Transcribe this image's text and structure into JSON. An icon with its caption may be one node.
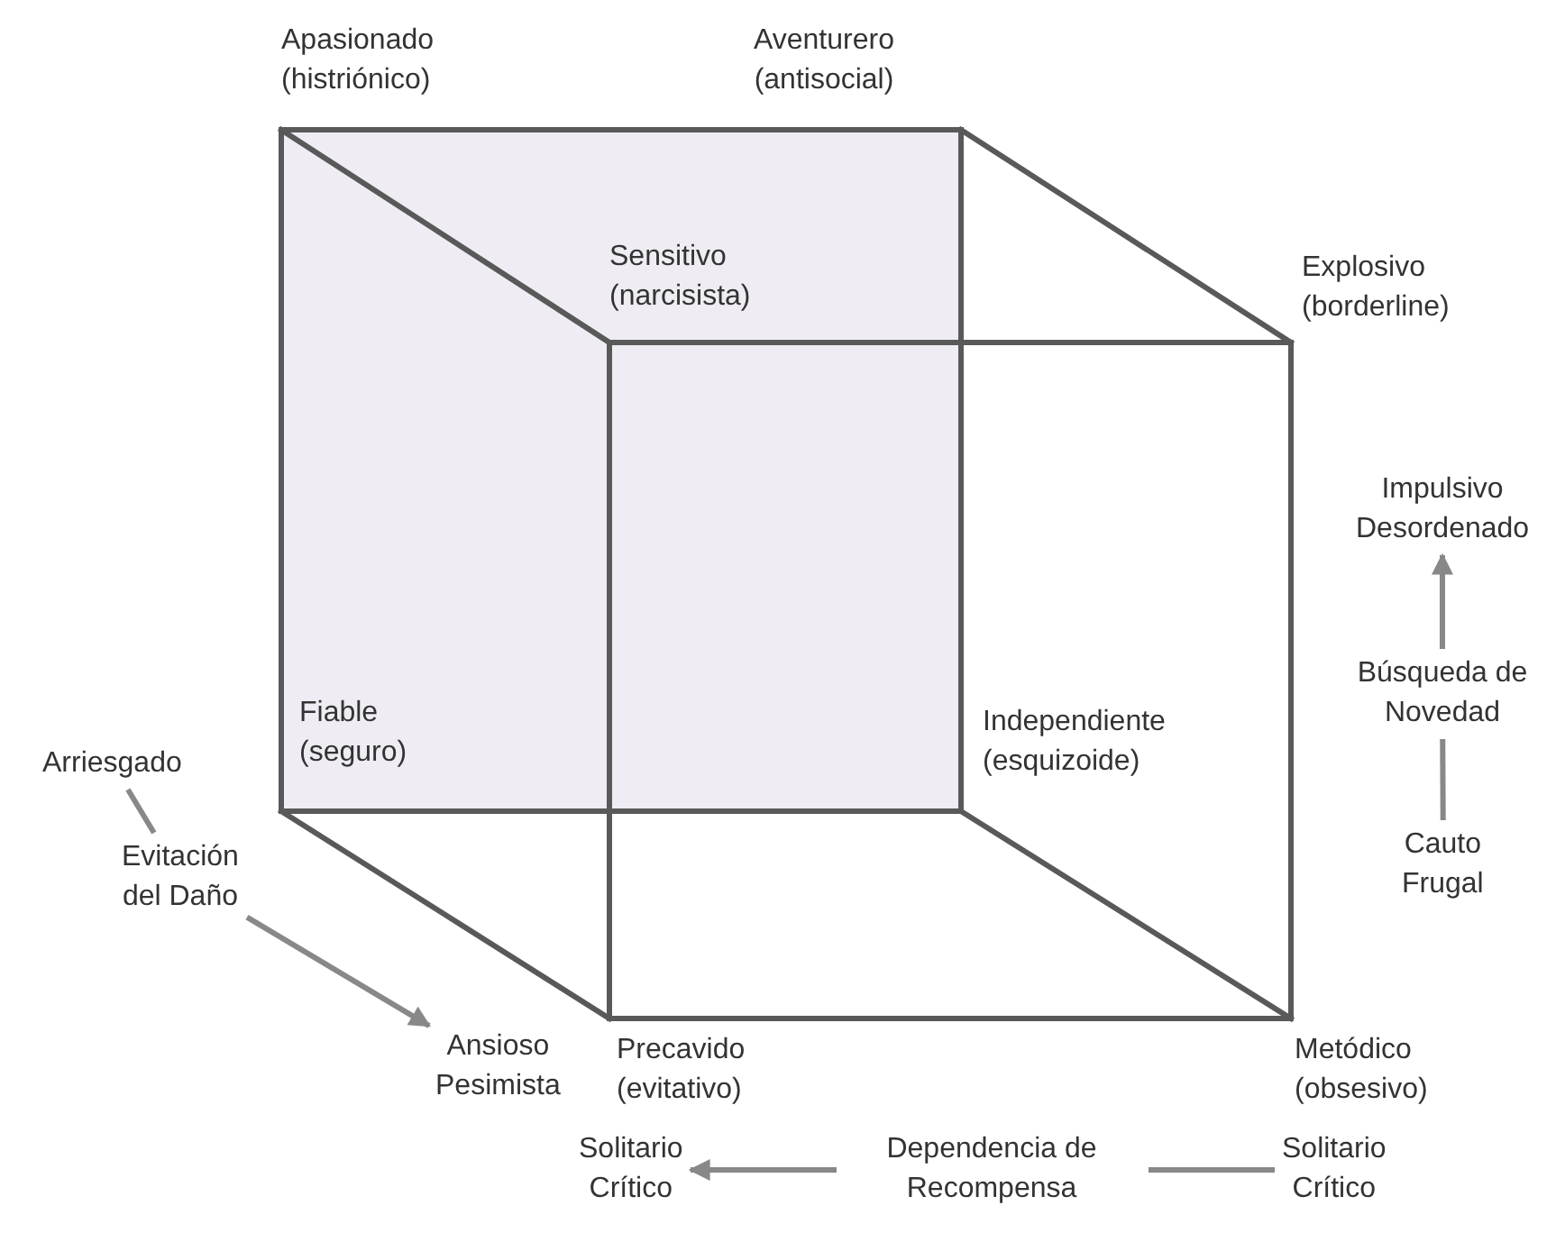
{
  "diagram": {
    "nodes": [
      {
        "text": [
          "Impulsivo Desordenado"
        ]
      },
      {
        "text": [
          "Búsqueda de Novedad"
        ]
      },
      {
        "text": [
          "Cauto Frugal"
        ]
      },
      {
        "text": [
          "Arriesgado"
        ]
      },
      {
        "text": [
          "Evitación del Daño"
        ]
      },
      {
        "text": [
          "Ansioso Pesimista"
        ]
      },
      {
        "text": [
          "Solitario Crítico"
        ]
      },
      {
        "text": [
          "Dependencia de Recompensa"
        ]
      },
      {
        "text": [
          "Solitario Crítico"
        ]
      }
    ],
    "edges": [
      {
        "from": 2,
        "to": 1,
        "arrow": "none"
      },
      {
        "from": 1,
        "to": 0,
        "arrow": "to"
      },
      {
        "from": 3,
        "to": 4,
        "arrow": "none"
      },
      {
        "from": 4,
        "to": 5,
        "arrow": "to"
      },
      {
        "from": 8,
        "to": 7,
        "arrow": "none"
      },
      {
        "from": 7,
        "to": 6,
        "arrow": "to"
      }
    ],
    "labels": [
      "Apasionado (histriónico)",
      "Aventurero (antisocial)",
      "Sensitivo (narcisista)",
      "Explosivo (borderline)",
      "Fiable (seguro)",
      "Independiente (esquizoide)",
      "Precavido (evitativo)",
      "Metódico (obsesivo)"
    ]
  }
}
